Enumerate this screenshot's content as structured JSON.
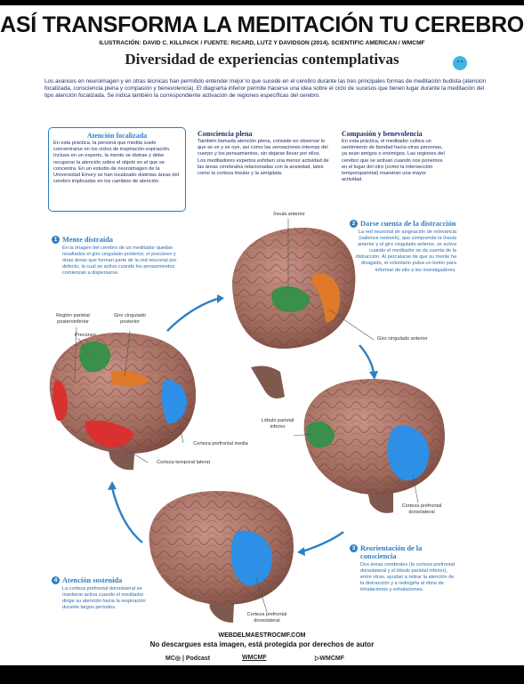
{
  "header": {
    "title": "ASÍ TRANSFORMA LA MEDITACIÓN TU CEREBRO",
    "credit": "ILUSTRACIÓN: DAVID C. KILLPACK / FUENTE: RICARD, LUTZ Y DAVIDSON (2014). SCIENTIFIC AMERICAN / WMCMF",
    "subtitle": "Diversidad de experiencias contemplativas"
  },
  "intro": "Los avances en neuroimagen y en otras técnicas han permitido entender mejor lo que sucede en el cerebro durante las tres principales formas de meditación budista (atención focalizada, consciencia plena y compasión y benevolencia). El diagrama inferior permite hacerse una idea sobre el ciclo de sucesos que tienen lugar durante la meditación del tipo atención focalizada. Se indica también la correspondiente activación de regiones específicas del cerebro.",
  "columns": [
    {
      "title": "Atención focalizada",
      "text": "En esta práctica, la persona que medita suele concentrarse en los ciclos de inspiración-espiración. Incluso en un experto, la mente se distrae y debe recuperar la atención sobre el objeto en el que se concentra. En un estudio de neuroimagen de la Universidad Emory se han localizado distintas áreas del cerebro implicadas en los cambios de atención."
    },
    {
      "title": "Consciencia plena",
      "text": "También llamada atención plena, consiste en observar lo que se ve y se oye, así como las sensaciones internas del cuerpo y los pensamientos, sin dejarse llevar por ellos. Los meditadores expertos exhiben una menor actividad de las áreas cerebrales relacionadas con la ansiedad, tales como la corteza insular y la amígdala."
    },
    {
      "title": "Compasión y benevolencia",
      "text": "En esta práctica, el meditador cultiva un sentimiento de bondad hacia otras personas, ya sean amigos o enemigos. Las regiones del cerebro que se activan cuando nos ponemos en el lugar del otro (como la intersección temporoparietal) muestran una mayor actividad."
    }
  ],
  "steps": [
    {
      "num": "1",
      "title": "Mente distraída",
      "text": "En la imagen del cerebro de un meditador quedan resaltados el giro cingulado posterior, el precúneo y otras áreas que forman parte de la red neuronal por defecto, la cual se activa cuando los pensamientos comienzan a dispersarse."
    },
    {
      "num": "2",
      "title": "Darse cuenta de la distracción",
      "text": "La red neuronal de asignación de relevancia (salience network), que comprende la ínsula anterior y el giro cingulado anterior, se activa cuando el meditador se da cuenta de la distracción. Al percatarse de que su mente ha divagado, el voluntario pulsa un botón para informar de ello a los investigadores."
    },
    {
      "num": "3",
      "title": "Reorientación de la consciencia",
      "text": "Dos áreas cerebrales (la corteza prefrontal dorsolateral y el lóbulo parietal inferior), entre otras, ayudan a retirar la atención de la distracción y a redirigirla al ritmo de inhalaciones y exhalaciones."
    },
    {
      "num": "4",
      "title": "Atención sostenida",
      "text": "La corteza prefrontal dorsolateral se mantiene activa cuando el meditador dirige su atención hacia la respiración durante largos períodos."
    }
  ],
  "labels": {
    "insula": "Ínsula anterior",
    "cingulado_anterior": "Giro cingulado anterior",
    "parietal_post": "Región parietal posteroinferior",
    "cingulado_post": "Giro cingulado posterior",
    "precuneo": "Precúneo",
    "prefrontal_media": "Corteza prefrontal media",
    "temporal_lateral": "Corteza temporal lateral",
    "lobulo_parietal": "Lóbulo parietal inferior",
    "dorsolateral_1": "Corteza prefrontal dorsolateral",
    "dorsolateral_2": "Corteza prefrontal dorsolateral"
  },
  "footer": {
    "website": "WEBDELMAESTROCMF.COM",
    "warning": "No descargues esta imagen, está protegida por derechos de autor",
    "logo1": "MC◎ | Podcast",
    "logo2": "WMCMF",
    "logo3": "▷WMCMF"
  },
  "colors": {
    "blue": "#2c7fc4",
    "green": "#3a8f4a",
    "orange": "#e07a2a",
    "red": "#d93030",
    "brain": "#a97468",
    "activeBlue": "#2d8fe6"
  }
}
